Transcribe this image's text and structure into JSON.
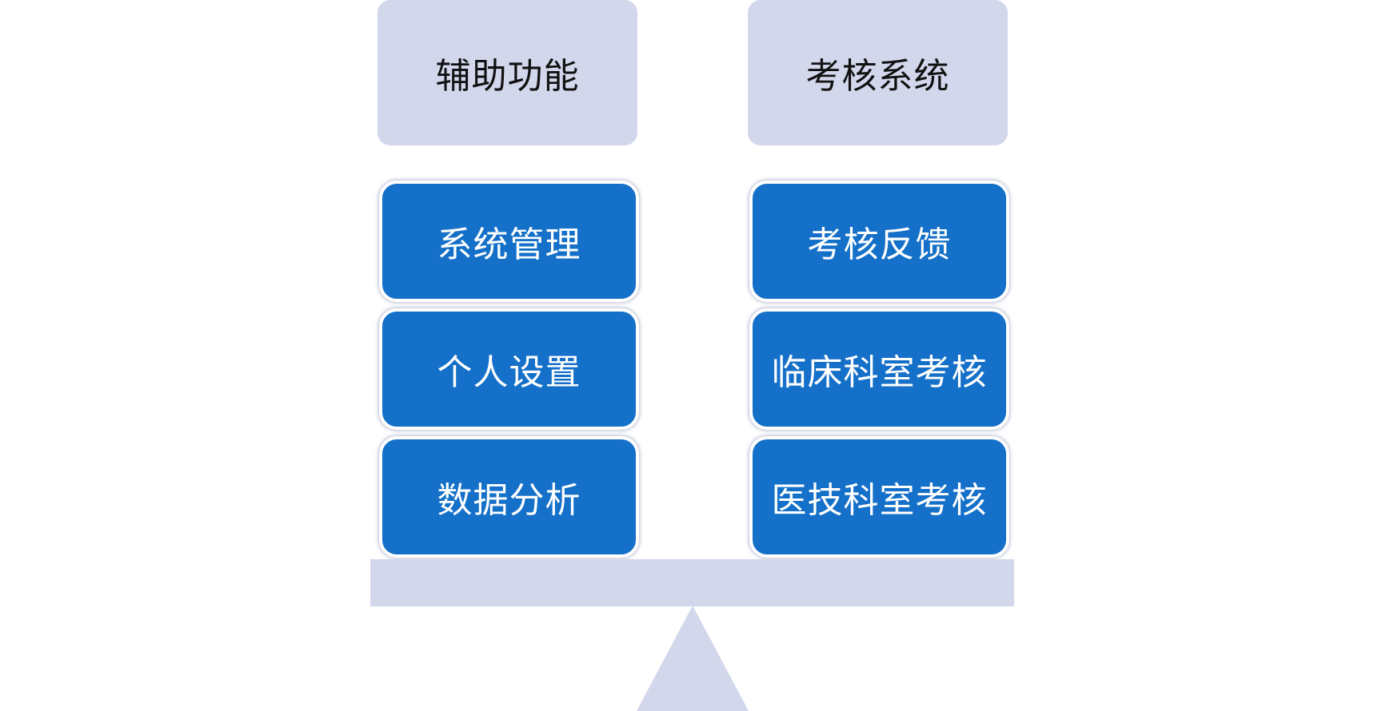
{
  "left_column": {
    "header": "辅助功能",
    "items": [
      "系统管理",
      "个人设置",
      "数据分析"
    ]
  },
  "right_column": {
    "header": "考核系统",
    "items": [
      "考核反馈",
      "临床科室考核",
      "医技科室考核"
    ]
  },
  "colors": {
    "header_fill": "#d2d7ec",
    "item_fill": "#1470c8",
    "item_text": "#ffffff",
    "balance_fill": "#d2d7ec"
  }
}
